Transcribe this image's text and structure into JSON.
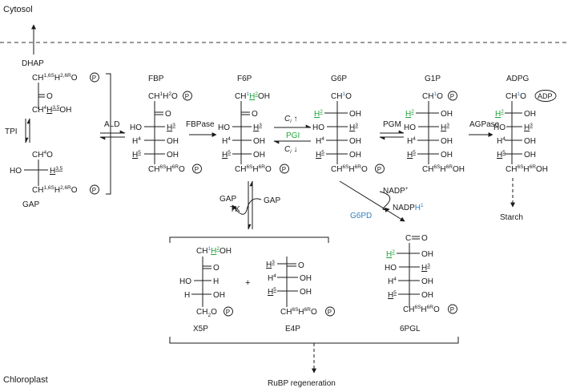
{
  "compartments": {
    "top": "Cytosol",
    "bottom": "Chloroplast"
  },
  "metabolites": {
    "dhap": "DHAP",
    "gap": "GAP",
    "fbp": "FBP",
    "f6p": "F6P",
    "g6p": "G6P",
    "g1p": "G1P",
    "adpg": "ADPG",
    "x5p": "X5P",
    "e4p": "E4P",
    "pgl": "6PGL",
    "gap_in": "GAP",
    "gap_out": "GAP",
    "starch": "Starch",
    "rubp": "RuBP regeneration"
  },
  "enzymes": {
    "tpi": "TPI",
    "ald": "ALD",
    "fbpase": "FBPase",
    "pgi": "PGI",
    "pgm": "PGM",
    "agpase": "AGPase",
    "tk": "TK",
    "g6pd": "G6PD"
  },
  "cofactors": {
    "nadp_plus": "NADP+",
    "nadph": "NADPH"
  },
  "pgi_labels": {
    "ci_up": "Ci ↑",
    "ci_down": "Ci ↓"
  },
  "plus_sign": "+",
  "colors": {
    "green": "#22a33a",
    "blue": "#2f7fc1",
    "black": "#1a1a1a"
  },
  "structure_labels": {
    "phosphate": "P",
    "adp": "ADP",
    "carbonyl": "O",
    "oh": "OH",
    "ho": "HO",
    "h": "H",
    "ch": "CH",
    "c": "C",
    "ch2o": "CH2O",
    "h2_label": "H",
    "h3_label": "H",
    "h4_label": "H",
    "h5_label": "H"
  }
}
